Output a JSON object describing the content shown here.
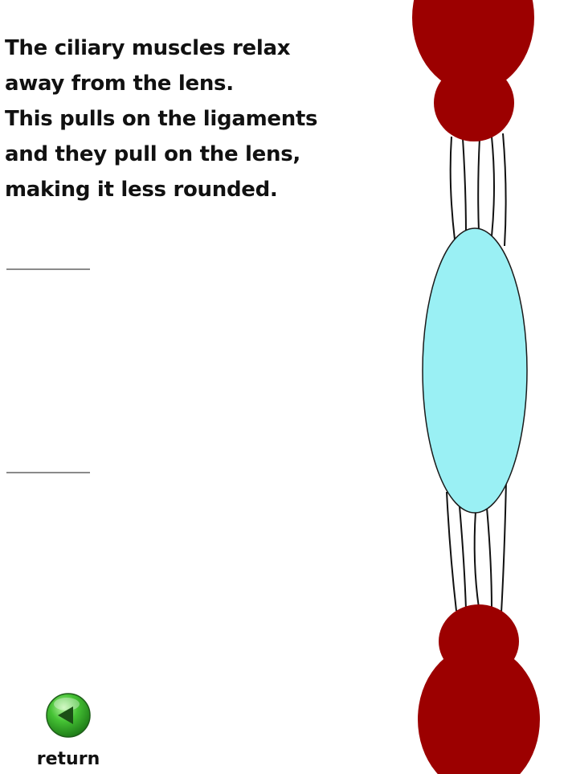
{
  "caption": {
    "lines": [
      "The ciliary muscles relax",
      "away from the lens.",
      "This pulls on the ligaments",
      "and they pull on the lens,",
      "making it less rounded."
    ]
  },
  "return_button": {
    "label": "return",
    "icon": "green-left-arrow-icon"
  },
  "colors": {
    "muscle": "#9c0000",
    "lens": "#9af0f4",
    "ligament": "#111111",
    "blank_line": "#8a8a8a",
    "button_green": "#2fa52a"
  }
}
